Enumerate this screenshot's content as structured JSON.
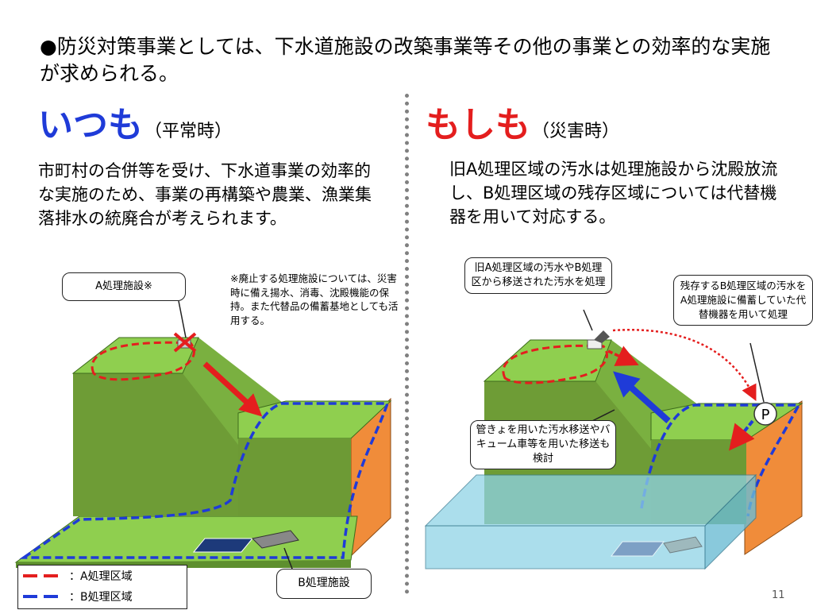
{
  "heading": "●防災対策事業としては、下水道施設の改築事業等その他の事業との効率的な実施が求められる。",
  "left": {
    "title_big": "いつも",
    "title_small": "（平常時）",
    "description": "市町村の合併等を受け、下水道事業の効率的な実施のため、事業の再構築や農業、漁業集落排水の統廃合が考えられます。",
    "callout_a_facility": "A処理施設※",
    "callout_b_facility": "B処理施設",
    "note": "※廃止する処理施設については、災害時に備え揚水、消毒、沈殿機能の保持。また代替品の備蓄基地としても活用する。"
  },
  "right": {
    "title_big": "もしも",
    "title_small": "（災害時）",
    "description": "旧A処理区域の汚水は処理施設から沈殿放流し、B処理区域の残存区域については代替機器を用いて対応する。",
    "callout_old_a": "旧A処理区域の汚水やB処理区から移送された汚水を処理",
    "callout_remaining_b": "残存するB処理区域の汚水をA処理施設に備蓄していた代替機器を用いて処理",
    "callout_pipe": "管きょを用いた汚水移送やバキューム車等を用いた移送も検討",
    "pump_label": "P"
  },
  "legend": {
    "a_area": "：A処理区域",
    "b_area": "：B処理区域"
  },
  "colors": {
    "left_title": "#1f3bd8",
    "right_title": "#e41e1e",
    "a_area_line": "#e41e1e",
    "b_area_line": "#1f3bd8",
    "land_green": "#8fcf4f",
    "land_side": "#f08c3a",
    "flood_water": "#8fd3e6"
  },
  "page_number": "11"
}
